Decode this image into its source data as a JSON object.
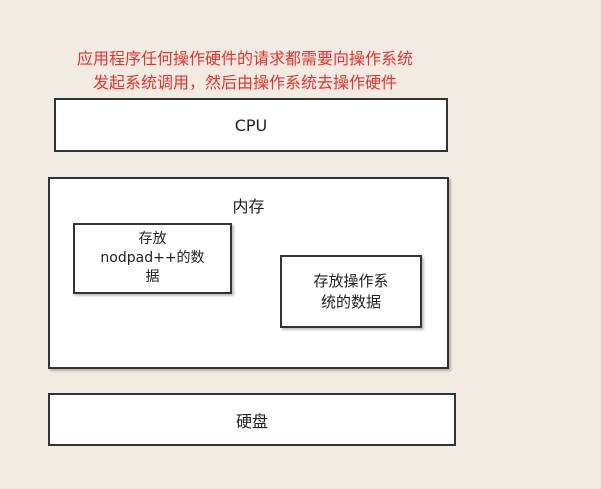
{
  "note": {
    "line1": "应用程序任何操作硬件的请求都需要向操作系统",
    "line2": "发起系统调用，然后由操作系统去操作硬件"
  },
  "cpu": {
    "label": "CPU"
  },
  "memory": {
    "label": "内存",
    "block_a": {
      "line1": "存放",
      "line2": "nodpad++的数",
      "line3": "据"
    },
    "block_b": {
      "line1": "存放操作系",
      "line2": "统的数据"
    }
  },
  "disk": {
    "label": "硬盘"
  },
  "colors": {
    "note": "#e8332c",
    "background": "#f2ebe2",
    "box_border": "#333333"
  }
}
